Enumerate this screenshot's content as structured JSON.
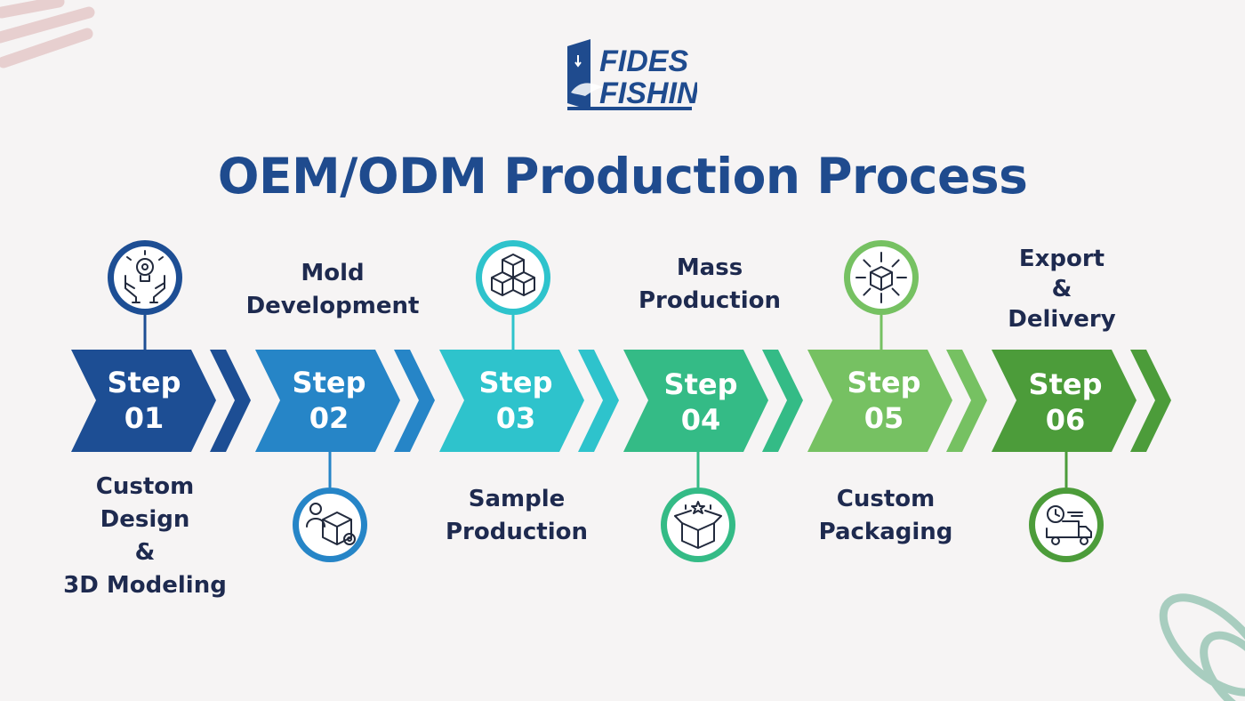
{
  "logo": {
    "line1": "FIDES",
    "line2": "FISHING"
  },
  "title": "OEM/ODM Production Process",
  "colors": {
    "title": "#1f4b8e",
    "label": "#1e2a4f",
    "background": "#f6f4f4",
    "step_fills": [
      "#1d4e94",
      "#2685c7",
      "#2ec3cc",
      "#34bb86",
      "#76c162",
      "#4c9c3a"
    ]
  },
  "steps": [
    {
      "step_word": "Step",
      "number": "01",
      "label_lines": [
        "Custom",
        "Design",
        "&",
        "3D Modeling"
      ],
      "icon": "hands-lightbulb-gear-icon"
    },
    {
      "step_word": "Step",
      "number": "02",
      "label_lines": [
        "Mold",
        "Development"
      ],
      "icon": "person-box-gear-icon"
    },
    {
      "step_word": "Step",
      "number": "03",
      "label_lines": [
        "Sample",
        "Production"
      ],
      "icon": "stacked-cubes-icon"
    },
    {
      "step_word": "Step",
      "number": "04",
      "label_lines": [
        "Mass",
        "Production"
      ],
      "icon": "open-box-stars-icon"
    },
    {
      "step_word": "Step",
      "number": "05",
      "label_lines": [
        "Custom",
        "Packaging"
      ],
      "icon": "box-arrows-out-icon"
    },
    {
      "step_word": "Step",
      "number": "06",
      "label_lines": [
        "Export",
        "&",
        "Delivery"
      ],
      "icon": "delivery-truck-clock-icon"
    }
  ]
}
